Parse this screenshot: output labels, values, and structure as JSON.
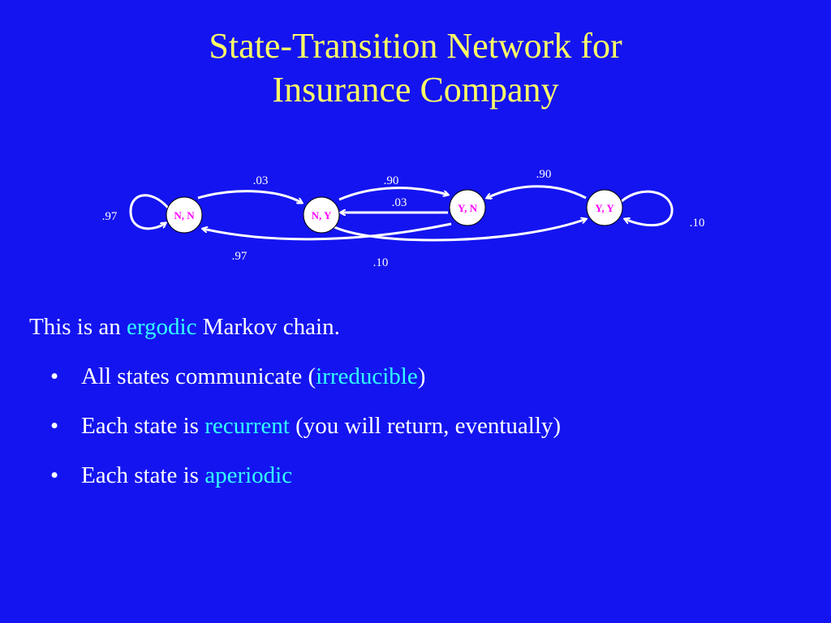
{
  "title": {
    "line1": "State-Transition Network for",
    "line2": "Insurance Company"
  },
  "diagram": {
    "nodes": [
      {
        "id": "nn",
        "label": "N, N"
      },
      {
        "id": "ny",
        "label": "N, Y"
      },
      {
        "id": "yn",
        "label": "Y, N"
      },
      {
        "id": "yy",
        "label": "Y, Y"
      }
    ],
    "edges": [
      {
        "from": "N, N",
        "to": "N, N",
        "label": ".97"
      },
      {
        "from": "N, N",
        "to": "N, Y",
        "label": ".03"
      },
      {
        "from": "N, Y",
        "to": "Y, N",
        "label": ".90"
      },
      {
        "from": "Y, N",
        "to": "N, Y",
        "label": ".03"
      },
      {
        "from": "Y, Y",
        "to": "Y, N",
        "label": ".90"
      },
      {
        "from": "Y, Y",
        "to": "Y, Y",
        "label": ".10"
      },
      {
        "from": "Y, N",
        "to": "N, N",
        "label": ".97"
      },
      {
        "from": "N, Y",
        "to": "Y, Y",
        "label": ".10"
      }
    ],
    "colors": {
      "node_fill": "#ffffff",
      "node_text": "#ff00ff",
      "edge": "#ffffff"
    }
  },
  "body": {
    "intro_prefix": "This is an ",
    "intro_highlight": "ergodic",
    "intro_suffix": " Markov chain.",
    "bullet_symbol": "•",
    "bullet1_prefix": "All states communicate (",
    "bullet1_highlight": "irreducible",
    "bullet1_suffix": ")",
    "bullet2_prefix": "Each state is ",
    "bullet2_highlight": "recurrent",
    "bullet2_suffix": " (you will return, eventually)",
    "bullet3_prefix": "Each state is ",
    "bullet3_highlight": "aperiodic"
  },
  "colors": {
    "background": "#1414f0",
    "title": "#ffff66",
    "text": "#ffffff",
    "highlight": "#33ffff"
  }
}
